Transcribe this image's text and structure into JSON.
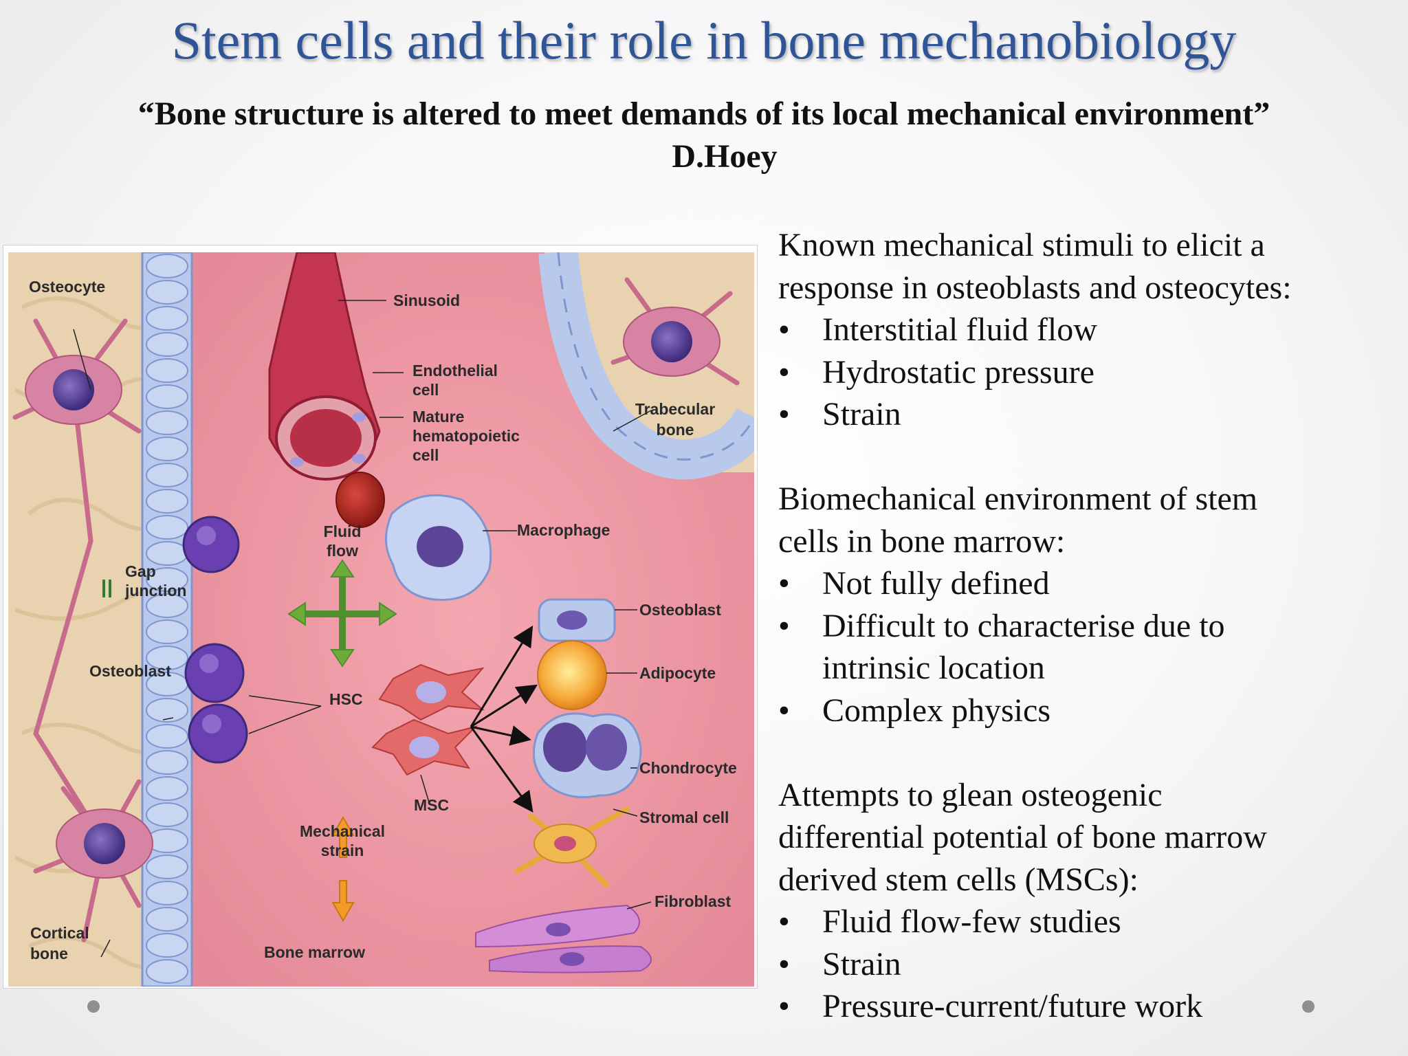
{
  "slide": {
    "title": "Stem cells and their role in bone mechanobiology",
    "quote": "“Bone structure is altered to meet demands of its local mechanical environment”",
    "author": "D.Hoey",
    "accent_color": "#2f5597"
  },
  "figure": {
    "labels": {
      "osteocyte": "Osteocyte",
      "sinusoid": "Sinusoid",
      "endothelial_1": "Endothelial",
      "endothelial_2": "cell",
      "mature_1": "Mature",
      "mature_2": "hematopoietic",
      "mature_3": "cell",
      "trabecular_1": "Trabecular",
      "trabecular_2": "bone",
      "macrophage": "Macrophage",
      "fluid_1": "Fluid",
      "fluid_2": "flow",
      "gap_1": "Gap",
      "gap_2": "junction",
      "osteoblast_right": "Osteoblast",
      "adipocyte": "Adipocyte",
      "osteoblast_left": "Osteoblast",
      "hsc": "HSC",
      "chondrocyte": "Chondrocyte",
      "msc": "MSC",
      "stromal": "Stromal cell",
      "mech_1": "Mechanical",
      "mech_2": "strain",
      "fibroblast": "Fibroblast",
      "cortical_1": "Cortical",
      "cortical_2": "bone",
      "bone_marrow": "Bone marrow"
    }
  },
  "content": {
    "section1": {
      "heading_line1": "Known mechanical stimuli to elicit a",
      "heading_line2": "response in osteoblasts and osteocytes:",
      "bullets": [
        "Interstitial fluid flow",
        "Hydrostatic pressure",
        "Strain"
      ]
    },
    "section2": {
      "heading_line1": "Biomechanical environment of stem",
      "heading_line2": "cells in bone  marrow:",
      "bullet1": "Not fully defined",
      "bullet2_line1": "Difficult to characterise due to",
      "bullet2_line2": "intrinsic location",
      "bullet3": "Complex physics"
    },
    "section3": {
      "heading_line1": "Attempts to glean osteogenic",
      "heading_line2": "differential potential of bone marrow",
      "heading_line3": "derived stem cells (MSCs):",
      "bullets": [
        "Fluid flow-few studies",
        "Strain",
        "Pressure-current/future work"
      ]
    },
    "bullet_char": "•"
  }
}
